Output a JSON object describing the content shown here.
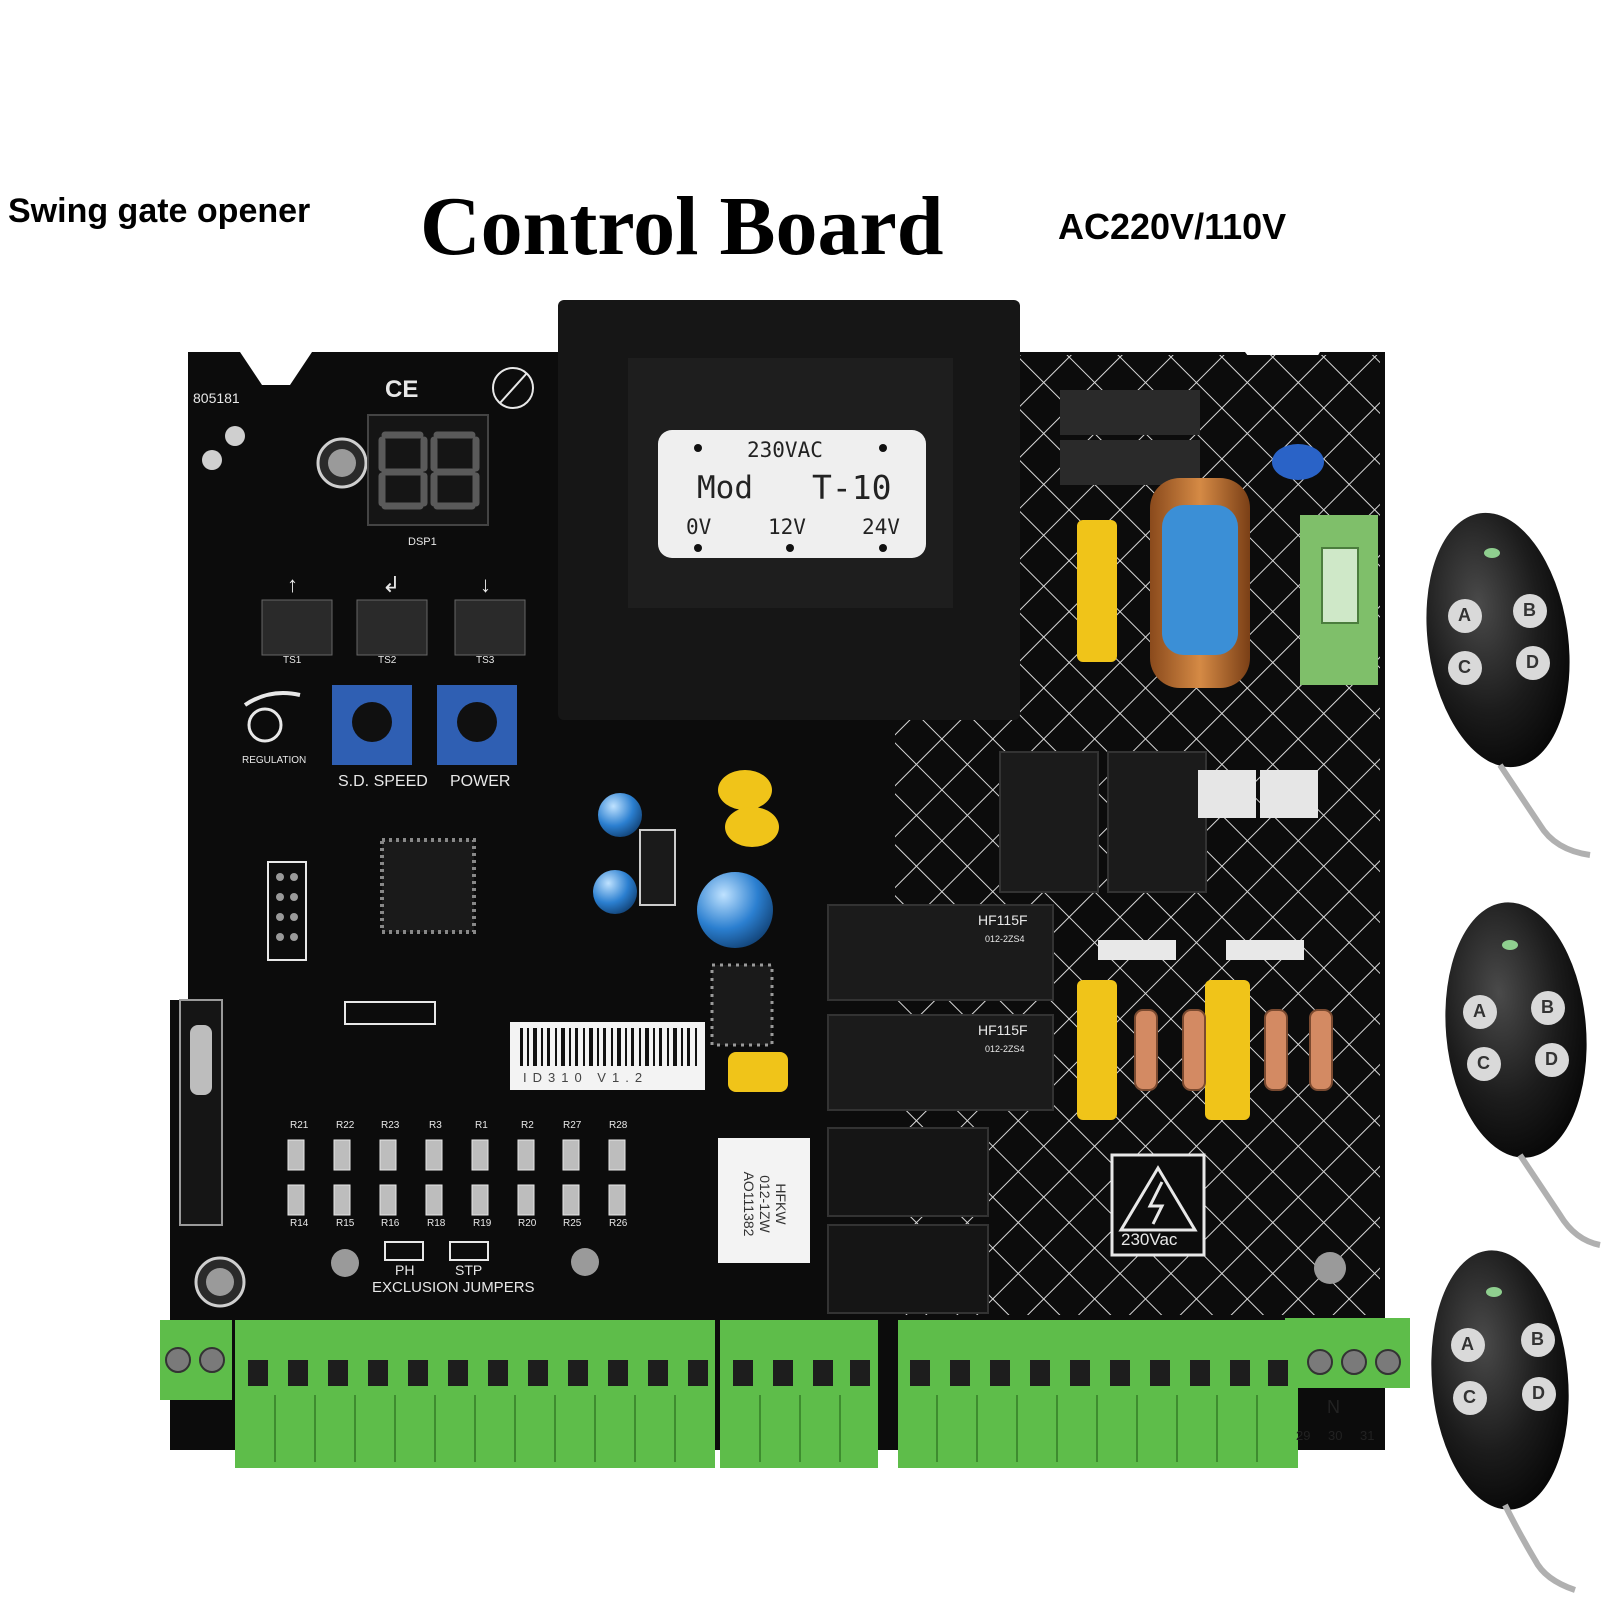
{
  "header": {
    "subtitle": "Swing gate opener",
    "title": "Control Board",
    "voltage": "AC220V/110V"
  },
  "board": {
    "code": "805181",
    "transformer_label": {
      "voltage": "230VAC",
      "mod": "Mod",
      "model": "T-10",
      "tap_0": "0V",
      "tap_12": "12V",
      "tap_24": "24V"
    },
    "display_id": "DSP1",
    "buttons": [
      "TS1",
      "TS2",
      "TS3"
    ],
    "regulation_label": "REGULATION",
    "trimmers": [
      "S.D. SPEED",
      "POWER"
    ],
    "barcode_text": "ID310 V1.2",
    "relay_model": "HF115F",
    "relay_spec": "012-2ZS4",
    "reed_relay": [
      "HFKW",
      "012-1ZW",
      "AO111382"
    ],
    "resistors_top": [
      "R21",
      "R22",
      "R23",
      "R3",
      "R1",
      "R2",
      "R27",
      "R28"
    ],
    "resistors_bottom": [
      "R14",
      "R15",
      "R16",
      "R18",
      "R19",
      "R20",
      "R25",
      "R26"
    ],
    "jumpers": [
      "PH",
      "STP"
    ],
    "jumpers_caption": "EXCLUSION JUMPERS",
    "hv_warning": "230Vac",
    "terminal_marks": [
      "N",
      "29",
      "30",
      "31"
    ]
  },
  "remotes": {
    "count": 3,
    "buttons": [
      "A",
      "B",
      "C",
      "D"
    ]
  },
  "colors": {
    "pcb": "#0c0c0c",
    "terminal": "#5ebd4a",
    "transformer_label_bg": "#efefef",
    "capacitor_yellow": "#f0c419",
    "trimmer_blue": "#2f5fb3",
    "coil_blue": "#3b8fd6",
    "fuse_green": "#7fbf6a"
  }
}
